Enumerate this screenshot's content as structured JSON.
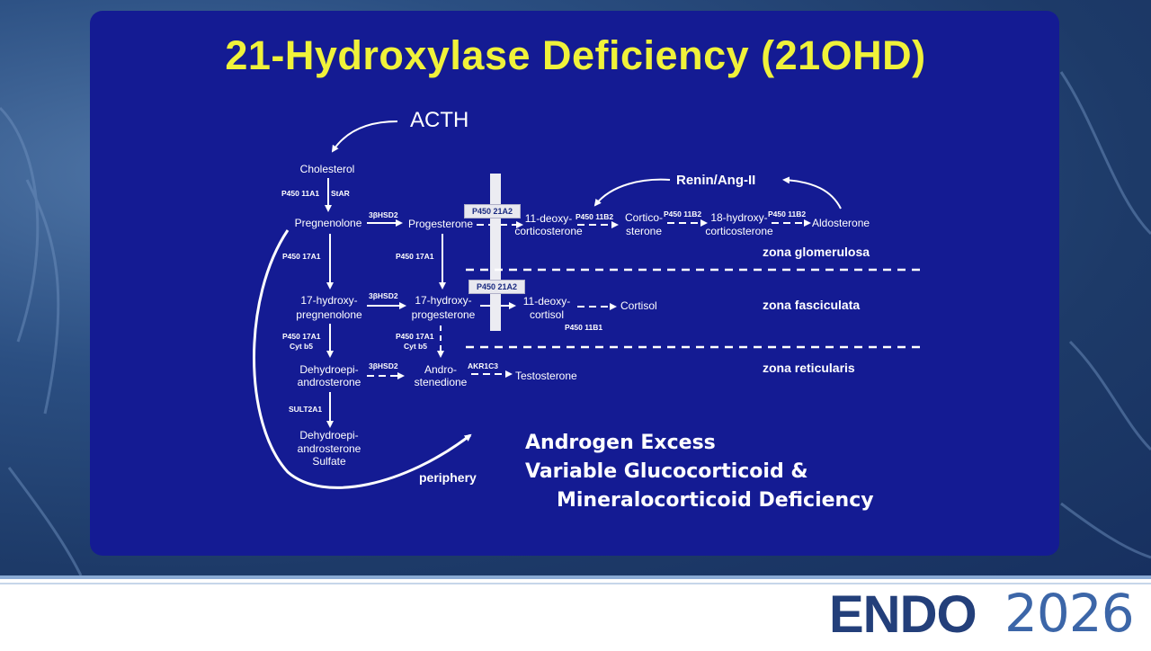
{
  "title": "21-Hydroxylase Deficiency (21OHD)",
  "nodes": {
    "acth": "ACTH",
    "cholesterol": "Cholesterol",
    "pregnenolone": "Pregnenolone",
    "progesterone": "Progesterone",
    "deoxycorticosterone_1": "11-deoxy-",
    "deoxycorticosterone_2": "corticosterone",
    "corticosterone_1": "Cortico-",
    "corticosterone_2": "sterone",
    "hydroxycorticosterone_1": "18-hydroxy-",
    "hydroxycorticosterone_2": "corticosterone",
    "aldosterone": "Aldosterone",
    "renin": "Renin/Ang-II",
    "hydroxypregnenolone_1": "17-hydroxy-",
    "hydroxypregnenolone_2": "pregnenolone",
    "hydroxyprogesterone_1": "17-hydroxy-",
    "hydroxyprogesterone_2": "progesterone",
    "deoxycortisol_1": "11-deoxy-",
    "deoxycortisol_2": "cortisol",
    "cortisol": "Cortisol",
    "dhea_1": "Dehydroepi-",
    "dhea_2": "androsterone",
    "androstenedione_1": "Andro-",
    "androstenedione_2": "stenedione",
    "testosterone": "Testosterone",
    "dheas_1": "Dehydroepi-",
    "dheas_2": "androsterone",
    "dheas_3": "Sulfate",
    "periphery": "periphery"
  },
  "enzymes": {
    "p450_11a1": "P450 11A1",
    "star": "StAR",
    "hsd2_1": "3βHSD2",
    "hsd2_2": "3βHSD2",
    "hsd2_3": "3βHSD2",
    "p450_17a1_a": "P450 17A1",
    "p450_17a1_b": "P450 17A1",
    "p450_17a1_c": "P450 17A1",
    "cytb5_c": "Cyt b5",
    "p450_17a1_d": "P450 17A1",
    "cytb5_d": "Cyt b5",
    "p450_11b2_a": "P450 11B2",
    "p450_11b2_b": "P450 11B2",
    "p450_11b2_c": "P450 11B2",
    "p450_11b1": "P450 11B1",
    "akr1c3": "AKR1C3",
    "sult2a1": "SULT2A1",
    "block_1": "P450 21A2",
    "block_2": "P450 21A2"
  },
  "zones": {
    "glomerulosa": "zona glomerulosa",
    "fasciculata": "zona fasciculata",
    "reticularis": "zona reticularis"
  },
  "summary": {
    "line1": "Androgen Excess",
    "line2": "Variable Glucocorticoid &",
    "line3": "Mineralocorticoid Deficiency"
  },
  "logo": {
    "brand": "ENDO",
    "year": "2026"
  },
  "colors": {
    "slide_bg": "#141b93",
    "title": "#f0f23a",
    "text": "#ffffff",
    "logo": "#233f7a"
  }
}
